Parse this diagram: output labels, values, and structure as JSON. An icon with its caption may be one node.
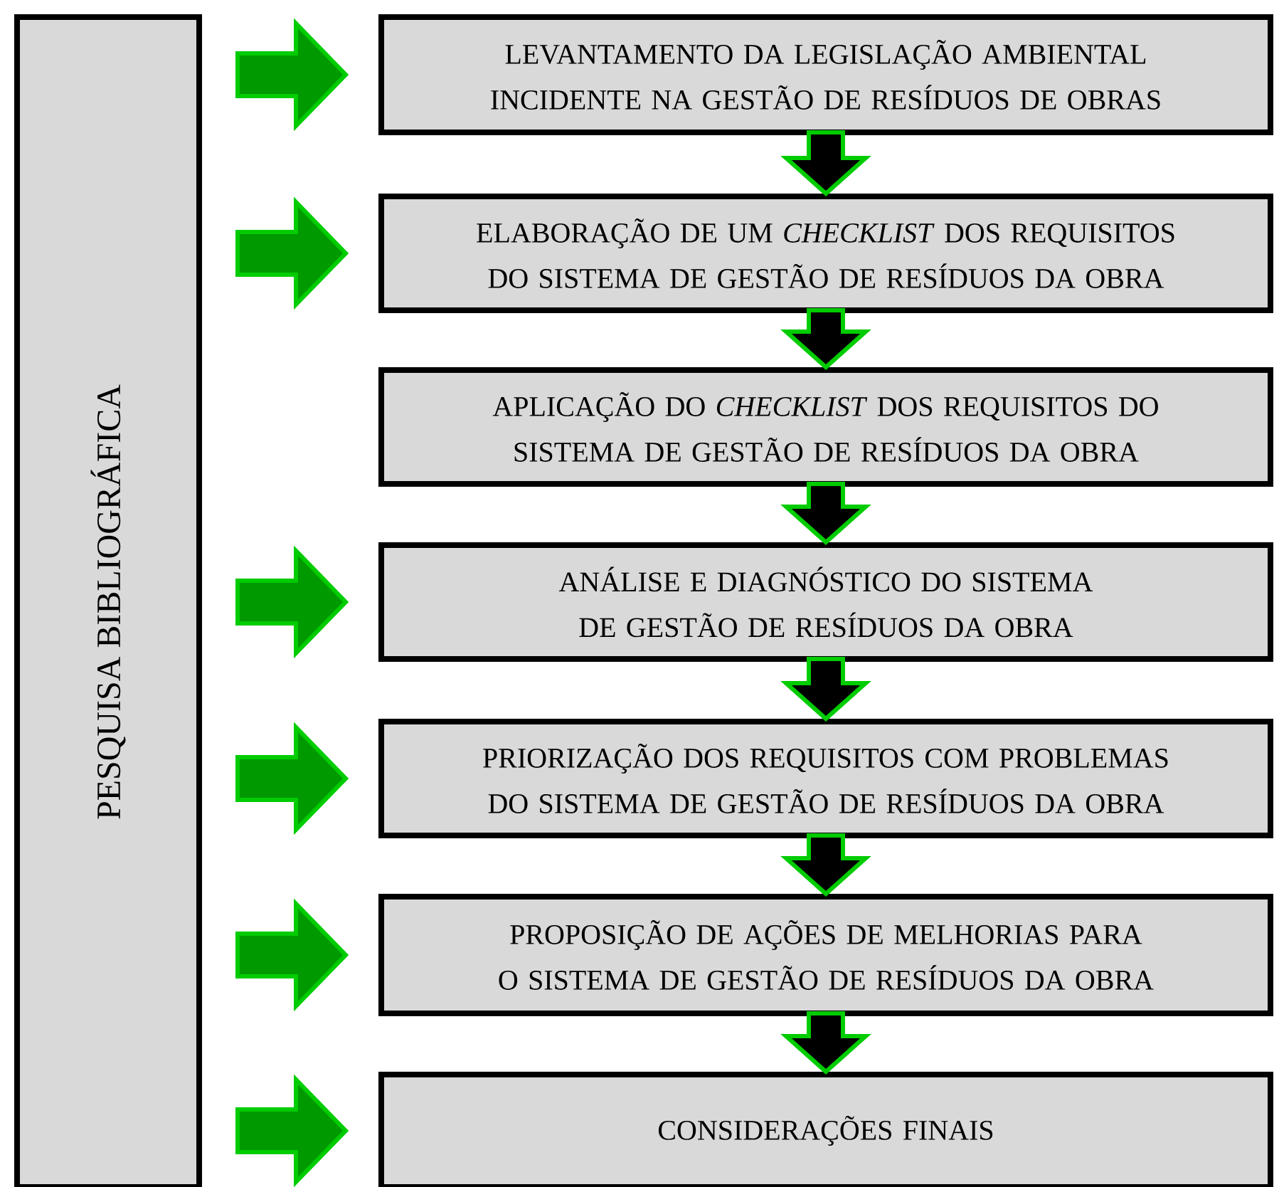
{
  "diagram": {
    "nodes": [
      {
        "text": [
          "PESQUISA BIBLIOGRÁFICA"
        ]
      },
      {
        "text": [
          "LEVANTAMENTO DA LEGISLAÇÃO AMBIENTAL INCIDENTE NA GESTÃO DE RESÍDUOS DE OBRAS"
        ]
      },
      {
        "text": [
          "ELABORAÇÃO DE UM *CHECKLIST* DOS REQUISITOS DO SISTEMA DE GESTÃO DE RESÍDUOS DA OBRA"
        ]
      },
      {
        "text": [
          "APLICAÇÃO DO *CHECKLIST* DOS REQUISITOS DO SISTEMA DE GESTÃO DE RESÍDUOS DA OBRA"
        ]
      },
      {
        "text": [
          "ANÁLISE E DIAGNÓSTICO DO SISTEMA DE GESTÃO DE RESÍDUOS DA OBRA"
        ]
      },
      {
        "text": [
          "PRIORIZAÇÃO DOS REQUISITOS COM PROBLEMAS DO SISTEMA DE GESTÃO DE RESÍDUOS DA OBRA"
        ]
      },
      {
        "text": [
          "PROPOSIÇÃO DE AÇÕES DE MELHORIAS PARA O SISTEMA DE GESTÃO DE RESÍDUOS DA OBRA"
        ]
      },
      {
        "text": [
          "CONSIDERAÇÕES FINAIS"
        ]
      }
    ],
    "edges": [
      {
        "from": 0,
        "to": 1,
        "arrow": "to",
        "color": "#009900"
      },
      {
        "from": 1,
        "to": 2,
        "arrow": "to"
      },
      {
        "from": 0,
        "to": 2,
        "arrow": "to",
        "color": "#009900"
      },
      {
        "from": 2,
        "to": 3,
        "arrow": "to"
      },
      {
        "from": 3,
        "to": 4,
        "arrow": "to"
      },
      {
        "from": 0,
        "to": 4,
        "arrow": "to",
        "color": "#009900"
      },
      {
        "from": 4,
        "to": 5,
        "arrow": "to"
      },
      {
        "from": 0,
        "to": 5,
        "arrow": "to",
        "color": "#009900"
      },
      {
        "from": 5,
        "to": 6,
        "arrow": "to"
      },
      {
        "from": 0,
        "to": 6,
        "arrow": "to",
        "color": "#009900"
      },
      {
        "from": 6,
        "to": 7,
        "arrow": "to"
      },
      {
        "from": 0,
        "to": 7,
        "arrow": "to",
        "color": "#009900"
      }
    ]
  }
}
